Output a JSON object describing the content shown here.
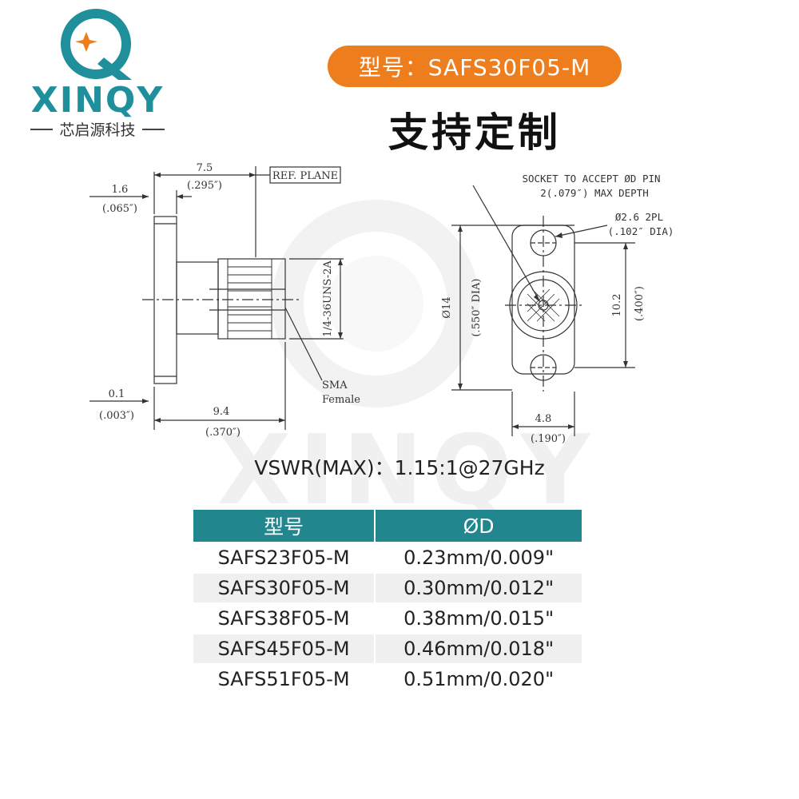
{
  "brand": {
    "name": "XINQY",
    "subtitle": "芯启源科技",
    "logo_letter": "Q",
    "colors": {
      "teal": "#1e8f9b",
      "orange": "#ee7d1d"
    }
  },
  "header": {
    "model_label": "型号：SAFS30F05-M",
    "custom_title": "支持定制"
  },
  "drawing": {
    "side_view": {
      "d_7_5": "7.5",
      "d_7_5_in": "(.295″)",
      "ref_plane": "REF. PLANE",
      "d_1_6": "1.6",
      "d_1_6_in": "(.065″)",
      "thread": "1/4-36UNS-2A",
      "sma": "SMA",
      "female": "Female",
      "d_0_1": "0.1",
      "d_0_1_in": "(.003″)",
      "d_9_4": "9.4",
      "d_9_4_in": "(.370″)"
    },
    "front_view": {
      "socket_line1": "SOCKET TO ACCEPT ØD PIN",
      "socket_line2": "2(.079″) MAX DEPTH",
      "hole_line1": "Ø2.6 2PL",
      "hole_line2": "(.102″ DIA)",
      "d14": "Ø14",
      "d14_in": "(.550″ DIA)",
      "d10_2": "10.2",
      "d10_2_in": "(.400″)",
      "d4_8": "4.8",
      "d4_8_in": "(.190″)"
    }
  },
  "vswr": "VSWR(MAX)：1.15:1@27GHz",
  "table": {
    "headers": [
      "型号",
      "ØD"
    ],
    "rows": [
      [
        "SAFS23F05-M",
        "0.23mm/0.009\""
      ],
      [
        "SAFS30F05-M",
        "0.30mm/0.012\""
      ],
      [
        "SAFS38F05-M",
        "0.38mm/0.015\""
      ],
      [
        "SAFS45F05-M",
        "0.46mm/0.018\""
      ],
      [
        "SAFS51F05-M",
        "0.51mm/0.020\""
      ]
    ]
  }
}
